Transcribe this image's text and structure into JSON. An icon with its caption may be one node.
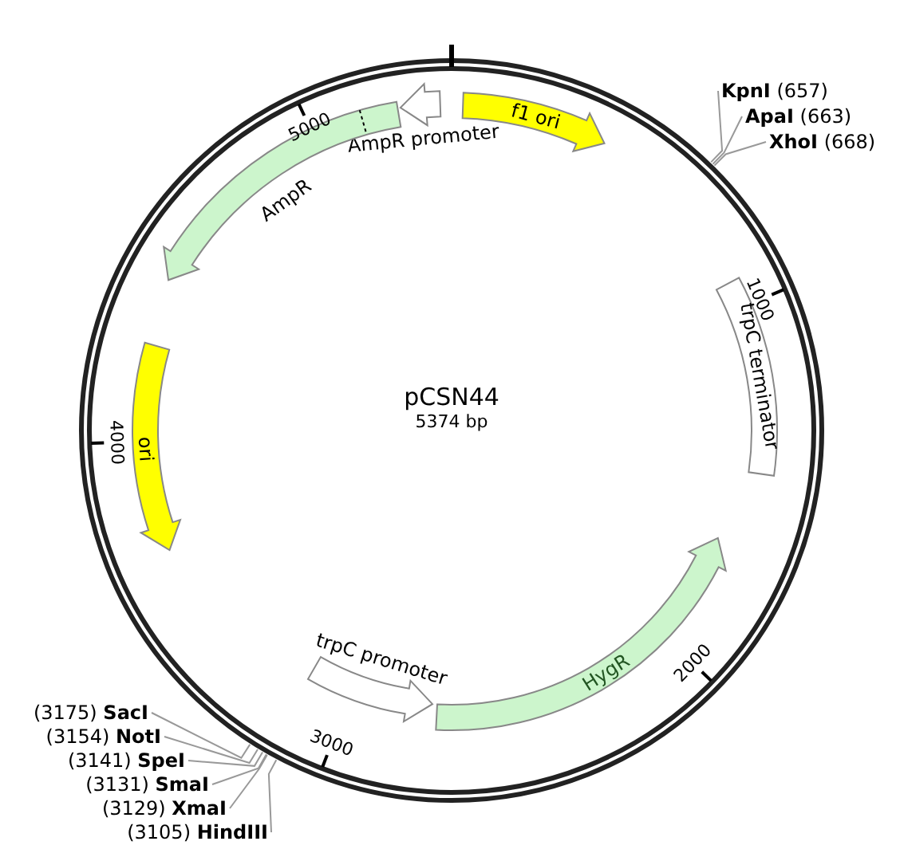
{
  "diagram": {
    "title": "pCSN44",
    "nodes": [
      {
        "text": [
          "f1 ori"
        ]
      },
      {
        "text": [
          "AmpR promoter"
        ]
      },
      {
        "text": [
          "AmpR"
        ]
      },
      {
        "text": [
          "ori"
        ]
      },
      {
        "text": [
          "trpC promoter"
        ]
      },
      {
        "text": [
          "HygR"
        ]
      },
      {
        "text": [
          "trpC terminator"
        ]
      },
      {
        "text": [
          "**KpnI** (657)"
        ]
      },
      {
        "text": [
          "**ApaI** (663)"
        ]
      },
      {
        "text": [
          "**XhoI** (668)"
        ]
      },
      {
        "text": [
          "(3175) **SacI**"
        ]
      },
      {
        "text": [
          "(3154) **NotI**"
        ]
      },
      {
        "text": [
          "(3141) **SpeI**"
        ]
      },
      {
        "text": [
          "(3131) **SmaI**"
        ]
      },
      {
        "text": [
          "(3129) **XmaI**"
        ]
      },
      {
        "text": [
          "(3105) **HindIII**"
        ]
      }
    ],
    "edges": [
      {
        "from": 7,
        "to": null,
        "arrow": "none"
      },
      {
        "from": 8,
        "to": null,
        "arrow": "none"
      },
      {
        "from": 9,
        "to": null,
        "arrow": "none"
      },
      {
        "from": 10,
        "to": null,
        "arrow": "none"
      },
      {
        "from": 11,
        "to": null,
        "arrow": "none"
      },
      {
        "from": 12,
        "to": null,
        "arrow": "none"
      },
      {
        "from": 13,
        "to": null,
        "arrow": "none"
      },
      {
        "from": 14,
        "to": null,
        "arrow": "none"
      },
      {
        "from": 15,
        "to": null,
        "arrow": "none"
      }
    ],
    "labels": [
      "5374 bp",
      "1000",
      "2000",
      "3000",
      "4000",
      "5000"
    ]
  }
}
